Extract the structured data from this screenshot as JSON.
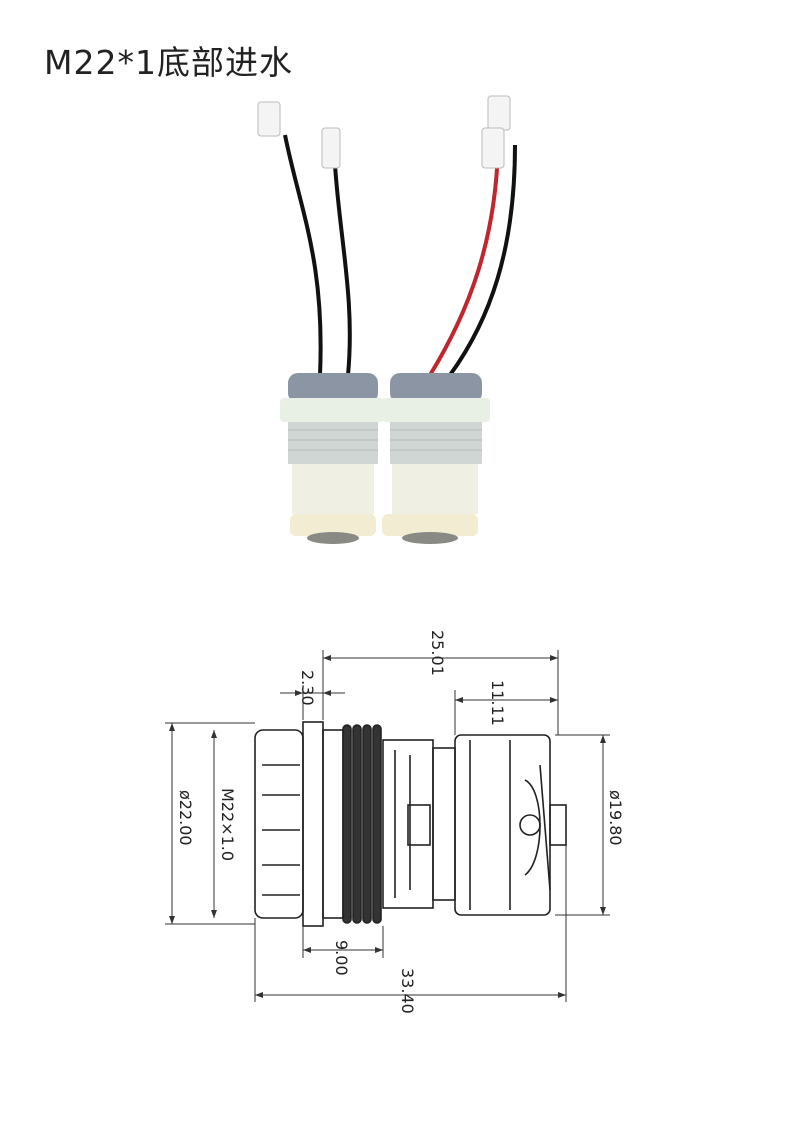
{
  "title": "M22*1底部进水",
  "dimensions": {
    "overall_top": "25.01",
    "thread_offset": "2.30",
    "motor_length": "11.11",
    "outer_diameter": "ø22.00",
    "thread_spec": "M22×1.0",
    "motor_diameter": "ø19.80",
    "thread_length": "9.00",
    "overall_length": "33.40"
  }
}
